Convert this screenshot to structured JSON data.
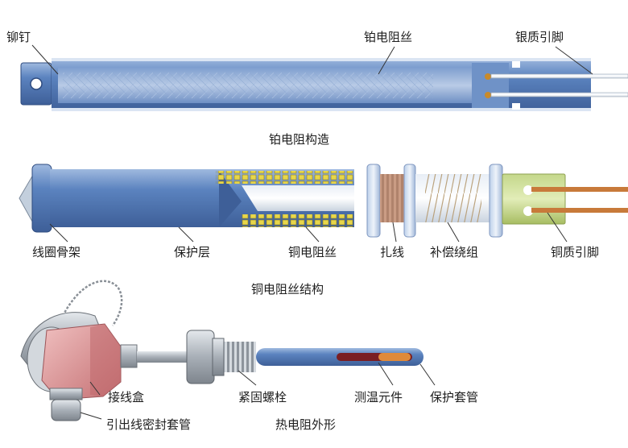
{
  "diagram1": {
    "caption": "铂电阻构造",
    "labels": {
      "rivet": "铆钉",
      "platinum_wire": "铂电阻丝",
      "silver_leads": "银质引脚"
    }
  },
  "diagram2": {
    "caption": "铜电阻丝结构",
    "labels": {
      "coil_frame": "线圈骨架",
      "protective_layer": "保护层",
      "copper_wire": "铜电阻丝",
      "binding_wire": "扎线",
      "compensation_winding": "补偿绕组",
      "copper_leads": "铜质引脚"
    }
  },
  "diagram3": {
    "caption": "热电阻外形",
    "labels": {
      "junction_box": "接线盒",
      "fastening_bolt": "紧固螺栓",
      "sensing_element": "测温元件",
      "protective_sleeve": "保护套管",
      "lead_seal_sleeve": "引出线密封套管"
    }
  },
  "colors": {
    "tube_blue": "#5b83bf",
    "tube_light": "#c7d8ee",
    "copper": "#c87a3a",
    "gold_dot": "#e7d64a",
    "box_pink": "#d88c8c",
    "metal": "#b9bfc6"
  }
}
